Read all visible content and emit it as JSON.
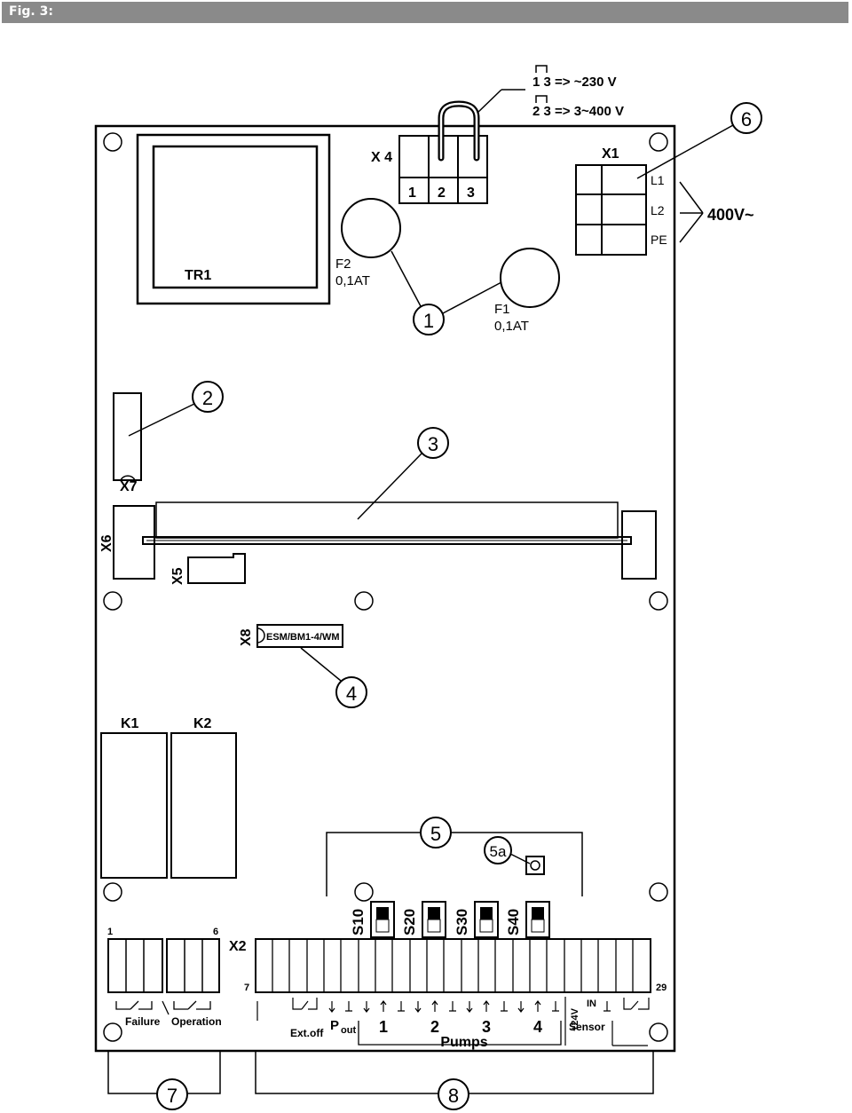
{
  "figure": {
    "label": "Fig. 3:"
  },
  "jumper_legend": {
    "line1": "1 3 => ~230 V",
    "line2": "2 3 => 3~400 V"
  },
  "components": {
    "x4": {
      "label": "X 4",
      "pins": [
        "1",
        "2",
        "3"
      ]
    },
    "x1": {
      "label": "X1",
      "terminals": [
        "L1",
        "L2",
        "PE"
      ]
    },
    "supply": "400V~",
    "tr1": "TR1",
    "f2": {
      "label": "F2",
      "rating": "0,1AT"
    },
    "f1": {
      "label": "F1",
      "rating": "0,1AT"
    },
    "x7": "X7",
    "x6": "X6",
    "x5": "X5",
    "x8": "X8",
    "module": "ESM/BM1-4/WM",
    "k1": "K1",
    "k2": "K2",
    "x2": "X2",
    "switches": [
      "S10",
      "S20",
      "S30",
      "S40"
    ]
  },
  "callouts": [
    "1",
    "2",
    "3",
    "4",
    "5",
    "5a",
    "6",
    "7",
    "8"
  ],
  "terminal_block": {
    "left_start": "1",
    "left_end": "6",
    "x2_start": "7",
    "x2_end": "29",
    "failure": "Failure",
    "operation": "Operation",
    "extoff": "Ext.off",
    "pout_p": "P",
    "pout_sub": "out",
    "pump_numbers": [
      "1",
      "2",
      "3",
      "4"
    ],
    "pumps": "Pumps",
    "plus24v": "+24V",
    "in": "IN",
    "sensor": "Sensor"
  }
}
